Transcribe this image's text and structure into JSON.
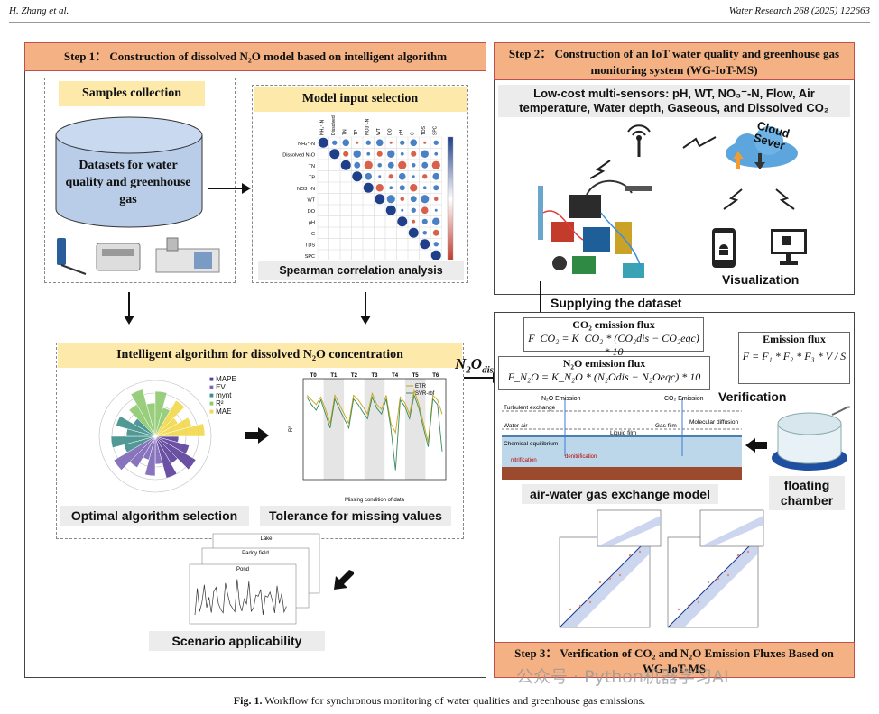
{
  "header": {
    "left": "H. Zhang et al.",
    "right": "Water Research 268 (2025) 122663"
  },
  "step1": {
    "title": "Step 1： Construction of dissolved N₂O model based on intelligent algorithm",
    "samples_label": "Samples collection",
    "datasets_text": "Datasets for water quality and greenhouse gas",
    "model_input_label": "Model input selection",
    "spearman_label": "Spearman correlation analysis",
    "intelligent_label": "Intelligent algorithm for dissolved N₂O concentration",
    "optimal_label": "Optimal algorithm selection",
    "tolerance_label": "Tolerance for missing values",
    "scenario_label": "Scenario applicability"
  },
  "step2": {
    "title": "Step 2： Construction of an IoT water quality and greenhouse gas monitoring system (WG-IoT-MS)",
    "sensors_text": "Low-cost multi-sensors: pH, WT, NO₃⁻-N, Flow, Air temperature, Water depth, Gaseous, and Dissolved CO₂",
    "cloud_text": "Cloud Sever",
    "visualization_label": "Visualization"
  },
  "step3": {
    "supplying_label": "Supplying the dataset",
    "co2_title": "CO₂ emission flux",
    "co2_formula": "F_CO₂ = K_CO₂ * (CO₂dis − CO₂eqc) * 10",
    "n2o_title": "N₂O emission flux",
    "n2o_formula": "F_N₂O = K_N₂O * (N₂Odis − N₂Oeqc) * 10",
    "emission_flux_title": "Emission flux",
    "emission_flux_formula": "F = F₁ * F₂ * F₃ * V / S",
    "n2o_dis_label": "N₂O dis",
    "verification_label": "Verification",
    "airwater_label": "air-water gas exchange model",
    "floating_label": "floating chamber",
    "title": "Step 3： Verification of CO₂ and N₂O Emission Fluxes Based on WG-IoT-MS"
  },
  "model_schematic": {
    "n2o_emission": "N₂O Emission",
    "co2_emission": "CO₂ Emission",
    "turbulent": "Turbulent exchange",
    "water_air": "Water-air",
    "gas_film": "Gas film",
    "molecular": "Molecular diffusion",
    "liquid_film": "Liquid film",
    "chemical": "Chemical equilibrium",
    "nitrification": "nitrification",
    "denitrification": "denitrification"
  },
  "heatmap_vars": [
    "NH₄⁺-N",
    "Dissolved N₂O",
    "TN",
    "TP",
    "NO3⁻-N",
    "WT",
    "DO",
    "pH",
    "C",
    "TDS",
    "SPC"
  ],
  "tolerance_chart": {
    "segments": [
      "T0",
      "T1",
      "T2",
      "T3",
      "T4",
      "T5",
      "T6"
    ],
    "legend": [
      "ETR",
      "SVR-rbf"
    ],
    "xlabel": "Missing condition of data",
    "ylabel": "R²"
  },
  "radar_legend": [
    "MAPE",
    "EV",
    "mynt",
    "R²",
    "MAE"
  ],
  "scenario_panels": [
    "Lake",
    "Paddy field",
    "Pond"
  ],
  "watermark": "公众号 · Python机器学习AI",
  "caption": {
    "prefix": "Fig. 1.",
    "text": "Workflow for synchronous monitoring of water qualities and greenhouse gas emissions."
  },
  "colors": {
    "step_title_bg": "#f4b183",
    "label_bg": "#fde9a9",
    "gray_label_bg": "#ececec"
  }
}
